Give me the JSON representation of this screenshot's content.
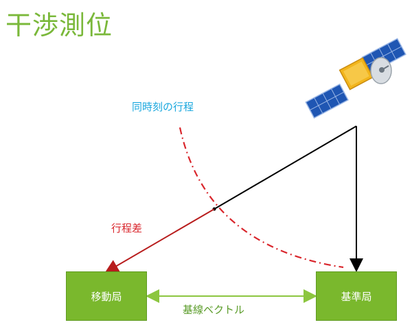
{
  "title": "干渉測位",
  "labels": {
    "simultaneous_path": "同時刻の行程",
    "path_difference": "行程差",
    "baseline_vector": "基線ベクトル"
  },
  "stations": {
    "mobile": "移動局",
    "base": "基準局"
  },
  "colors": {
    "title": "#7ab83a",
    "station_fill": "#7ab82d",
    "simultaneous_label": "#19a7de",
    "path_difference": "#d9262c",
    "baseline": "#5b9c2a"
  },
  "icons": {
    "satellite": "satellite-icon"
  }
}
